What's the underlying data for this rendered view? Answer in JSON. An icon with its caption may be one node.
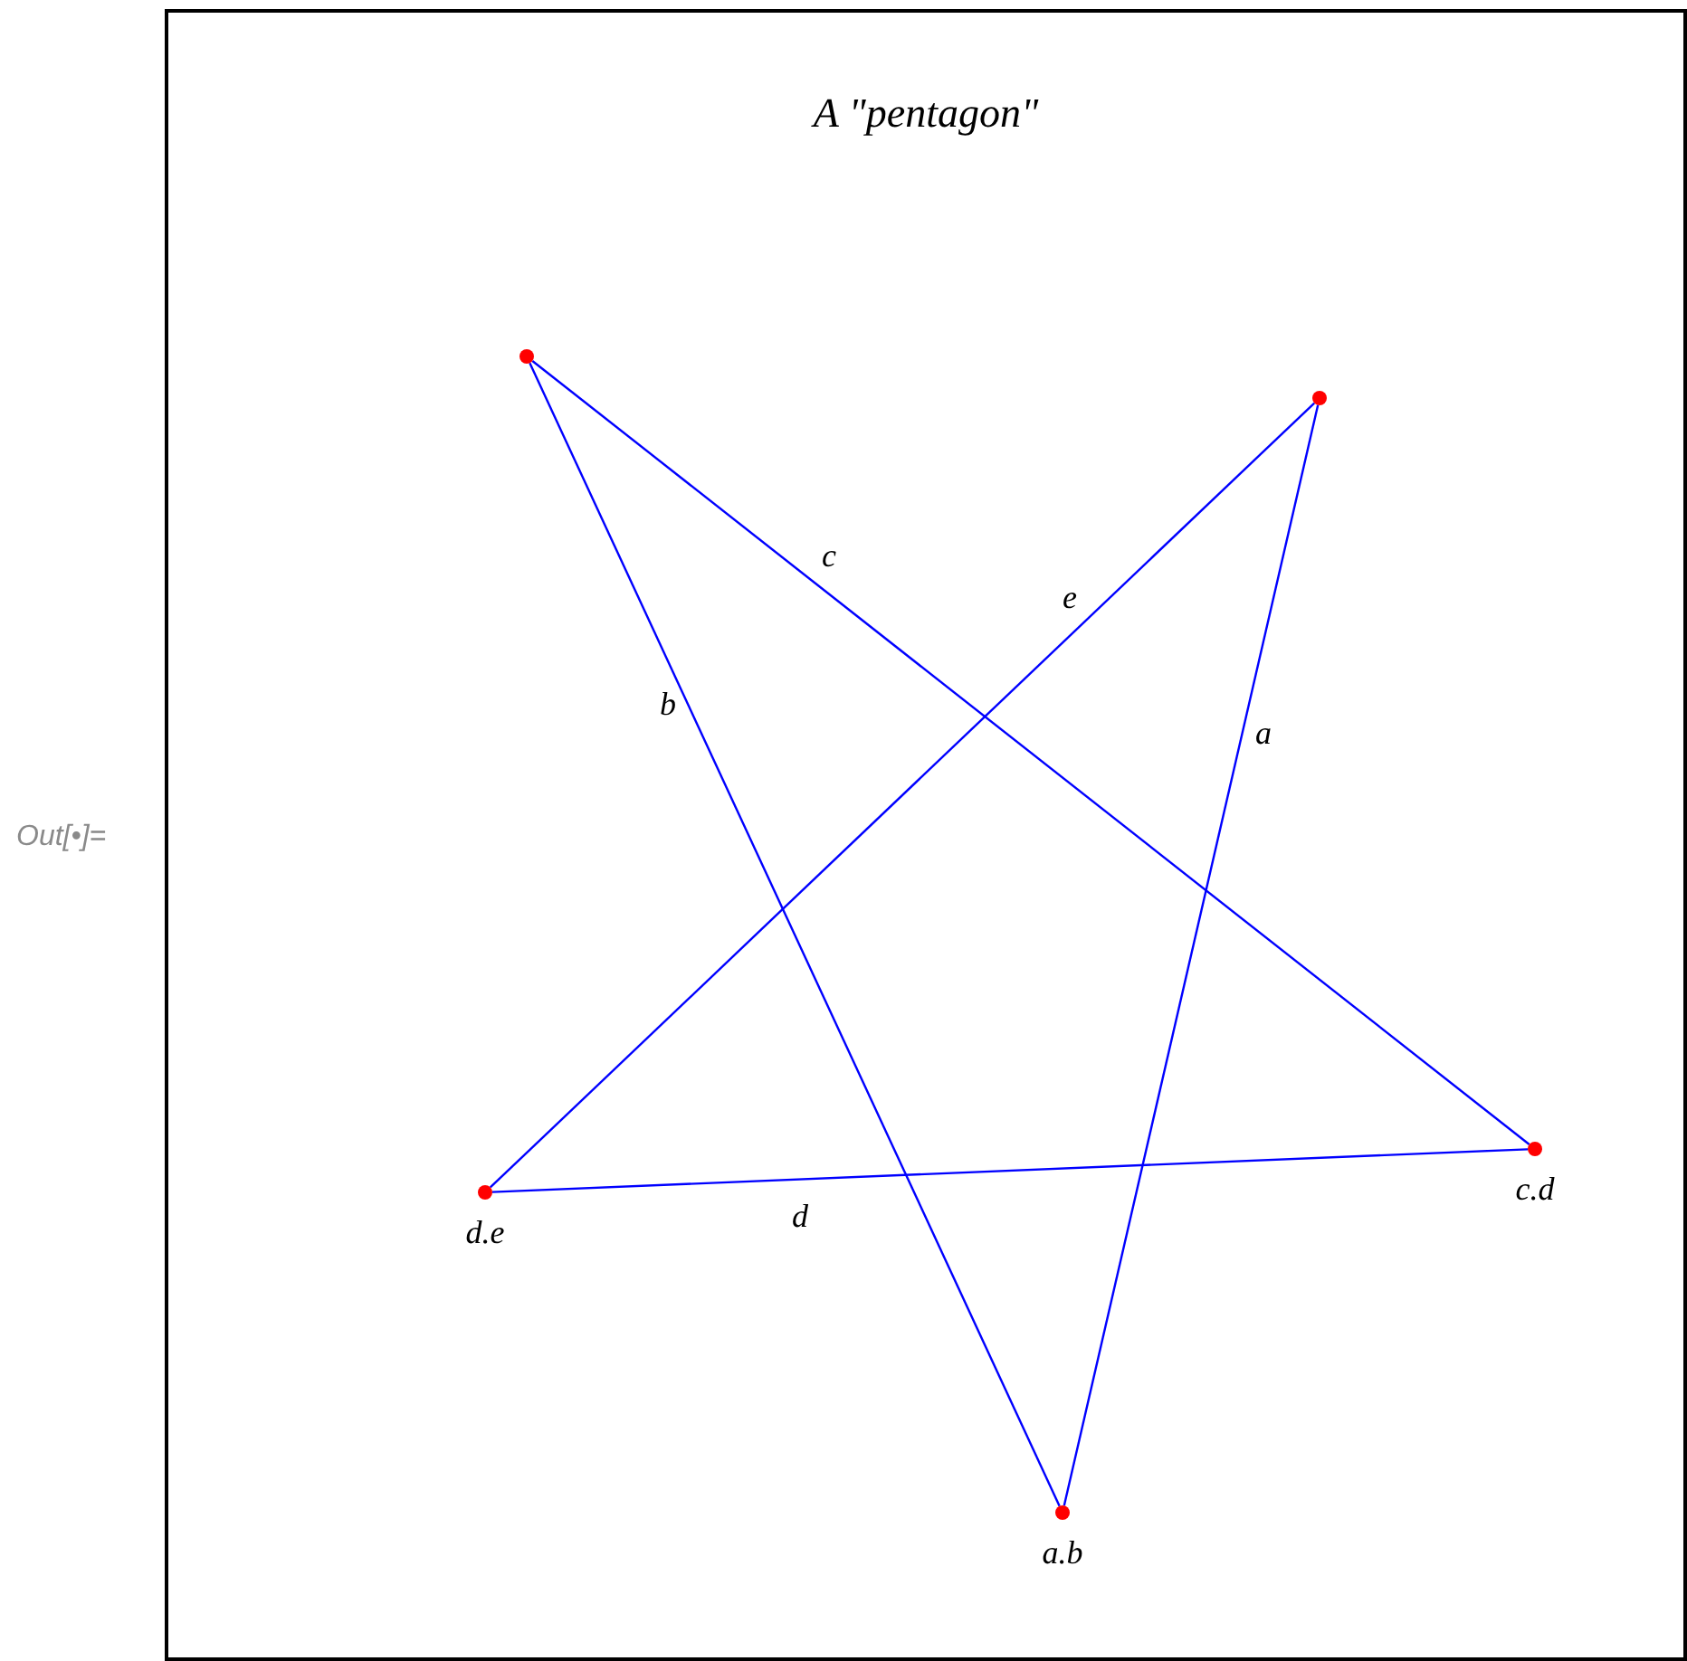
{
  "diagram": {
    "title": "A \"pentagon\"",
    "nodes": [
      {
        "text": [],
        "shape": "circle"
      },
      {
        "text": [],
        "shape": "circle"
      },
      {
        "text": [],
        "shape": "circle",
        "beside": [
          "c.d"
        ]
      },
      {
        "text": [],
        "shape": "circle",
        "beside": [
          "d.e"
        ]
      },
      {
        "text": [],
        "shape": "circle",
        "beside": [
          "a.b"
        ]
      }
    ],
    "edges": [
      {
        "from": 1,
        "to": 4,
        "arrow": "none",
        "label": "a"
      },
      {
        "from": 0,
        "to": 4,
        "arrow": "none",
        "label": "b"
      },
      {
        "from": 0,
        "to": 2,
        "arrow": "none",
        "label": "c"
      },
      {
        "from": 3,
        "to": 2,
        "arrow": "none",
        "label": "d"
      },
      {
        "from": 3,
        "to": 1,
        "arrow": "none",
        "label": "e"
      }
    ],
    "labels": [
      "Out[•]="
    ]
  }
}
